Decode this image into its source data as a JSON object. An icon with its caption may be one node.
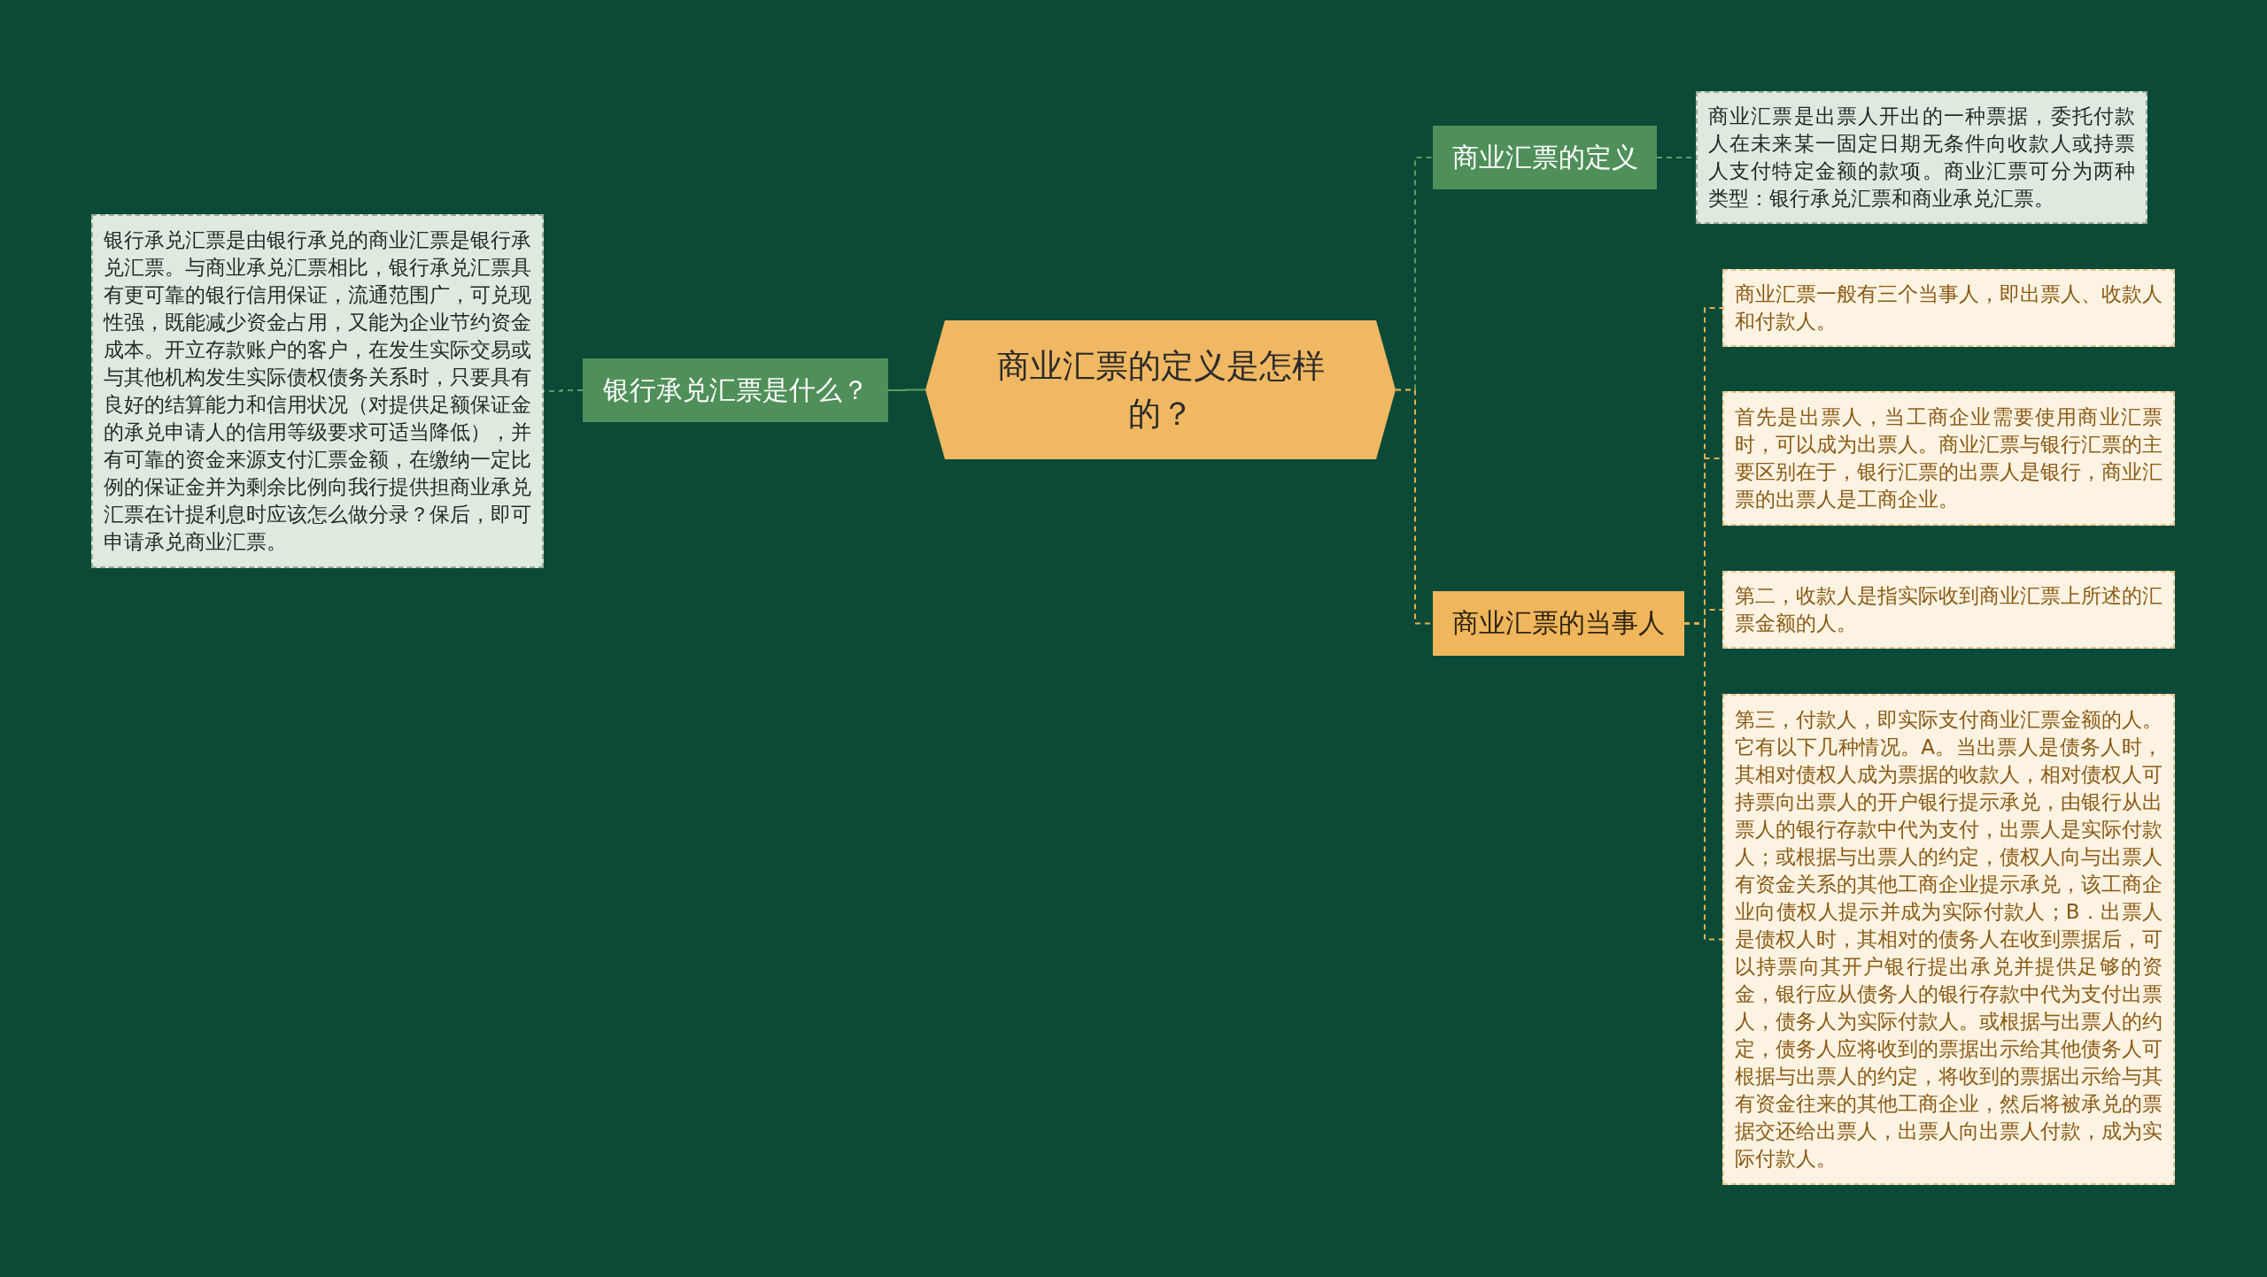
{
  "diagram": {
    "nodes": [
      {
        "text": [
          "商业汇票的定义是怎样的？"
        ]
      },
      {
        "text": [
          "银行承兑汇票是什么？"
        ]
      },
      {
        "text": [
          "银行承兑汇票是由银行承兑的商业汇票是银行承兑汇票。与商业承兑汇票相比，银行承兑汇票具有更可靠的银行信用保证，流通范围广，可兑现性强，既能减少资金占用，又能为企业节约资金成本。开立存款账户的客户，在发生实际交易或与其他机构发生实际债权债务关系时，只要具有良好的结算能力和信用状况（对提供足额保证金的承兑申请人的信用等级要求可适当降低），并有可靠的资金来源支付汇票金额，在缴纳一定比例的保证金并为剩余比例向我行提供担商业承兑汇票在计提利息时应该怎么做分录？保后，即可申请承兑商业汇票。"
        ]
      },
      {
        "text": [
          "商业汇票的定义"
        ]
      },
      {
        "text": [
          "商业汇票是出票人开出的一种票据，委托付款人在未来某一固定日期无条件向收款人或持票人支付特定金额的款项。商业汇票可分为两种类型：银行承兑汇票和商业承兑汇票。"
        ]
      },
      {
        "text": [
          "商业汇票的当事人"
        ]
      },
      {
        "text": [
          "商业汇票一般有三个当事人，即出票人、收款人和付款人。"
        ]
      },
      {
        "text": [
          "首先是出票人，当工商企业需要使用商业汇票时，可以成为出票人。商业汇票与银行汇票的主要区别在于，银行汇票的出票人是银行，商业汇票的出票人是工商企业。"
        ]
      },
      {
        "text": [
          "第二，收款人是指实际收到商业汇票上所述的汇票金额的人。"
        ]
      },
      {
        "text": [
          "第三，付款人，即实际支付商业汇票金额的人。它有以下几种情况。A。当出票人是债务人时，其相对债权人成为票据的收款人，相对债权人可持票向出票人的开户银行提示承兑，由银行从出票人的银行存款中代为支付，出票人是实际付款人；或根据与出票人的约定，债权人向与出票人有资金关系的其他工商企业提示承兑，该工商企业向债权人提示并成为实际付款人；B．出票人是债权人时，其相对的债务人在收到票据后，可以持票向其开户银行提出承兑并提供足够的资金，银行应从债务人的银行存款中代为支付出票人，债务人为实际付款人。或根据与出票人的约定，债务人应将收到的票据出示给其他债务人可根据与出票人的约定，将收到的票据出示给与其有资金往来的其他工商企业，然后将被承兑的票据交还给出票人，出票人向出票人付款，成为实际付款人。"
        ]
      }
    ],
    "edges": [
      {
        "from": 0,
        "to": 1,
        "arrow": "none",
        "color": "#5c9e62"
      },
      {
        "from": 1,
        "to": 2,
        "arrow": "none",
        "style": "dashed",
        "color": "#5c9e62"
      },
      {
        "from": 0,
        "to": 3,
        "arrow": "none",
        "style": "dashed",
        "color": "#5c9e62"
      },
      {
        "from": 3,
        "to": 4,
        "arrow": "none",
        "style": "dashed",
        "color": "#5c9e62"
      },
      {
        "from": 0,
        "to": 5,
        "arrow": "none",
        "style": "dashed"
      },
      {
        "from": 5,
        "to": 6,
        "arrow": "none",
        "style": "dashed"
      },
      {
        "from": 5,
        "to": 7,
        "arrow": "none",
        "style": "dashed"
      },
      {
        "from": 5,
        "to": 8,
        "arrow": "none",
        "style": "dashed"
      },
      {
        "from": 5,
        "to": 9,
        "arrow": "none",
        "style": "dashed"
      }
    ]
  }
}
